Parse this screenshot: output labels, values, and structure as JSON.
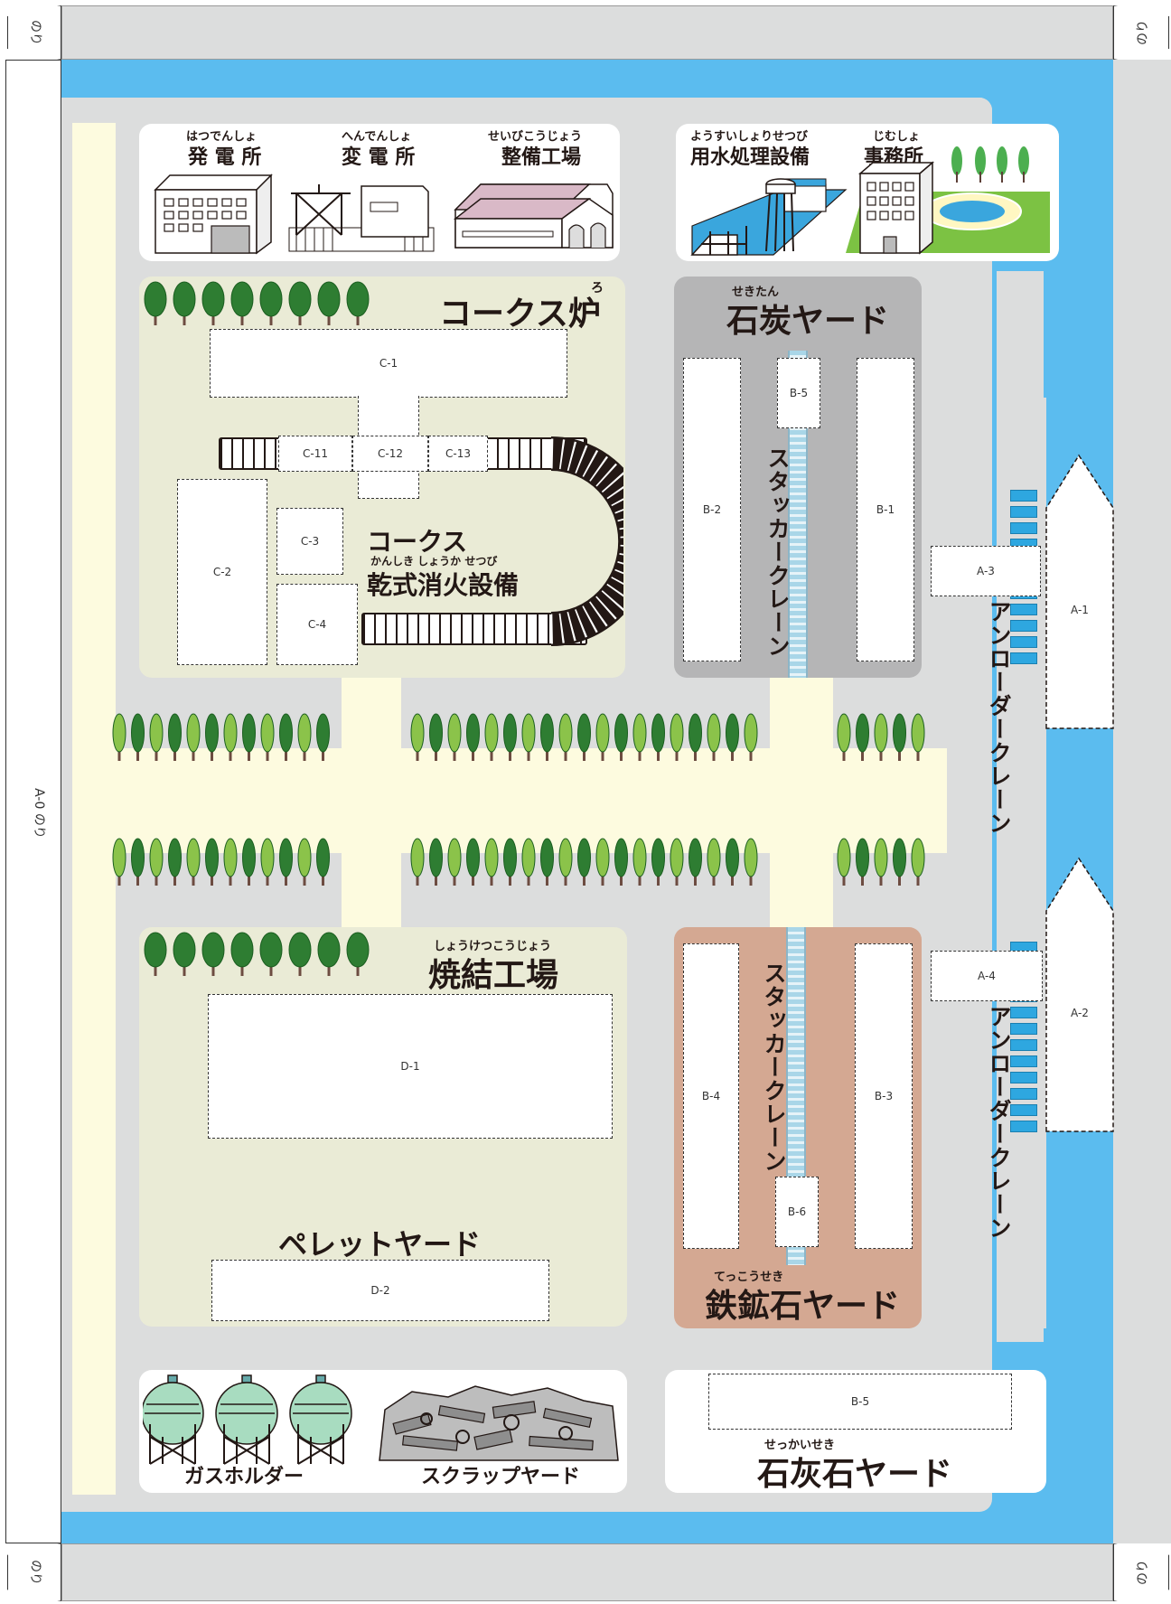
{
  "colors": {
    "sea": "#5bbcef",
    "ground": "#dcdddd",
    "road": "#fdfbdf",
    "zone_light": "#eaebd6",
    "coal_yard": "#b5b5b6",
    "ore_yard": "#d4a892",
    "berth": "#2ea7e0",
    "tree_dark": "#2e7d32",
    "tree_light": "#8bc34a"
  },
  "glue": {
    "tab_label": "のり",
    "main_label": "A-0 のり"
  },
  "facilities_top_left": [
    {
      "ruby": "はつでんしょ",
      "name": "発 電 所",
      "icon": "power-plant-icon"
    },
    {
      "ruby": "へんでんしょ",
      "name": "変 電 所",
      "icon": "substation-icon"
    },
    {
      "ruby": "せいびこうじょう",
      "name": "整備工場",
      "icon": "maintenance-factory-icon"
    }
  ],
  "facilities_top_right": [
    {
      "ruby": "ようすいしょりせつび",
      "name": "用水処理設備",
      "icon": "water-treatment-icon"
    },
    {
      "ruby": "じむしょ",
      "name": "事務所",
      "icon": "office-icon"
    }
  ],
  "coke_oven": {
    "title": "コークス炉",
    "title_ruby": "ろ",
    "cdq_title_1": "コークス",
    "cdq_ruby": "かんしき しょうか  せつび",
    "cdq_title_2": "乾式消火設備",
    "slots": {
      "c1": "C-1",
      "c2": "C-2",
      "c3": "C-3",
      "c4": "C-4",
      "c11": "C-11",
      "c12": "C-12",
      "c13": "C-13"
    }
  },
  "coal_yard": {
    "title": "石炭ヤード",
    "ruby": "せきたん",
    "crane": "スタッカークレーン",
    "slots": {
      "b1": "B-1",
      "b2": "B-2",
      "b5": "B-5"
    }
  },
  "sinter": {
    "title": "焼結工場",
    "ruby": "しょうけつこうじょう",
    "pellet_title": "ペレットヤード",
    "slots": {
      "d1": "D-1",
      "d2": "D-2"
    }
  },
  "ore_yard": {
    "title": "鉄鉱石ヤード",
    "ruby": "てっこうせき",
    "crane": "スタッカークレーン",
    "slots": {
      "b3": "B-3",
      "b4": "B-4",
      "b6": "B-6"
    }
  },
  "wharf": {
    "crane_1": "アンローダークレーン",
    "crane_2": "アンローダークレーン",
    "slots": {
      "a1": "A-1",
      "a2": "A-2",
      "a3": "A-3",
      "a4": "A-4"
    }
  },
  "bottom_left": {
    "gas_holder": "ガスホルダー",
    "scrap_yard": "スクラップヤード"
  },
  "limestone": {
    "title": "石灰石ヤード",
    "ruby": "せっかいせき",
    "slot": "B-5"
  }
}
